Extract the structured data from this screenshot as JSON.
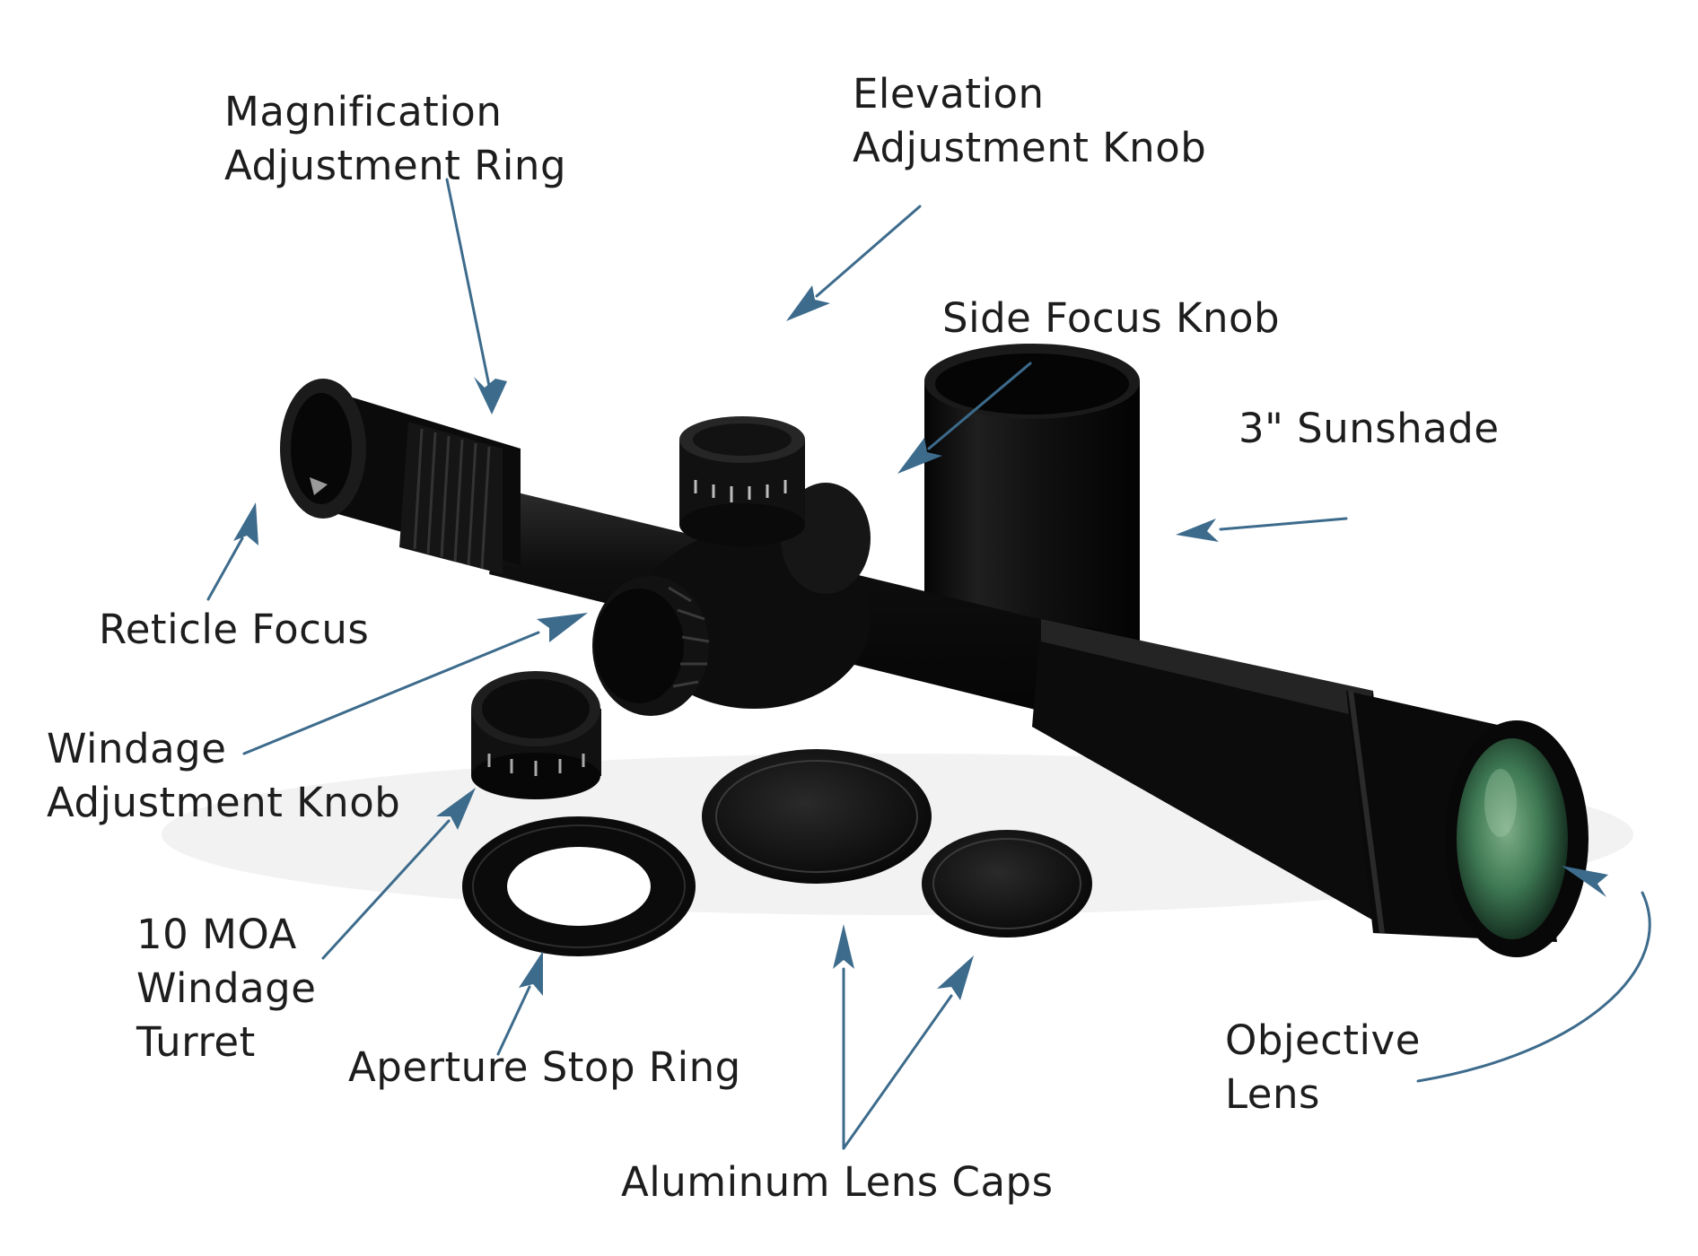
{
  "colors": {
    "background": "#ffffff",
    "label_text": "#1d1d1d",
    "arrow": "#3d6b8c",
    "scope_body": "#0c0c0c",
    "scope_highlight": "#3a3a3a",
    "lens_glass": "#3f7a55"
  },
  "labels": {
    "magnification": [
      "Magnification",
      "Adjustment Ring"
    ],
    "elevation": [
      "Elevation",
      "Adjustment Knob"
    ],
    "side_focus": [
      "Side Focus Knob"
    ],
    "sunshade": [
      "3\" Sunshade"
    ],
    "reticle_focus": [
      "Reticle Focus"
    ],
    "windage_knob": [
      "Windage",
      "Adjustment Knob"
    ],
    "windage_turret": [
      "10 MOA",
      "Windage",
      "Turret"
    ],
    "aperture": [
      "Aperture Stop Ring"
    ],
    "lens_caps": [
      "Aluminum Lens Caps"
    ],
    "objective": [
      "Objective",
      "Lens"
    ]
  }
}
